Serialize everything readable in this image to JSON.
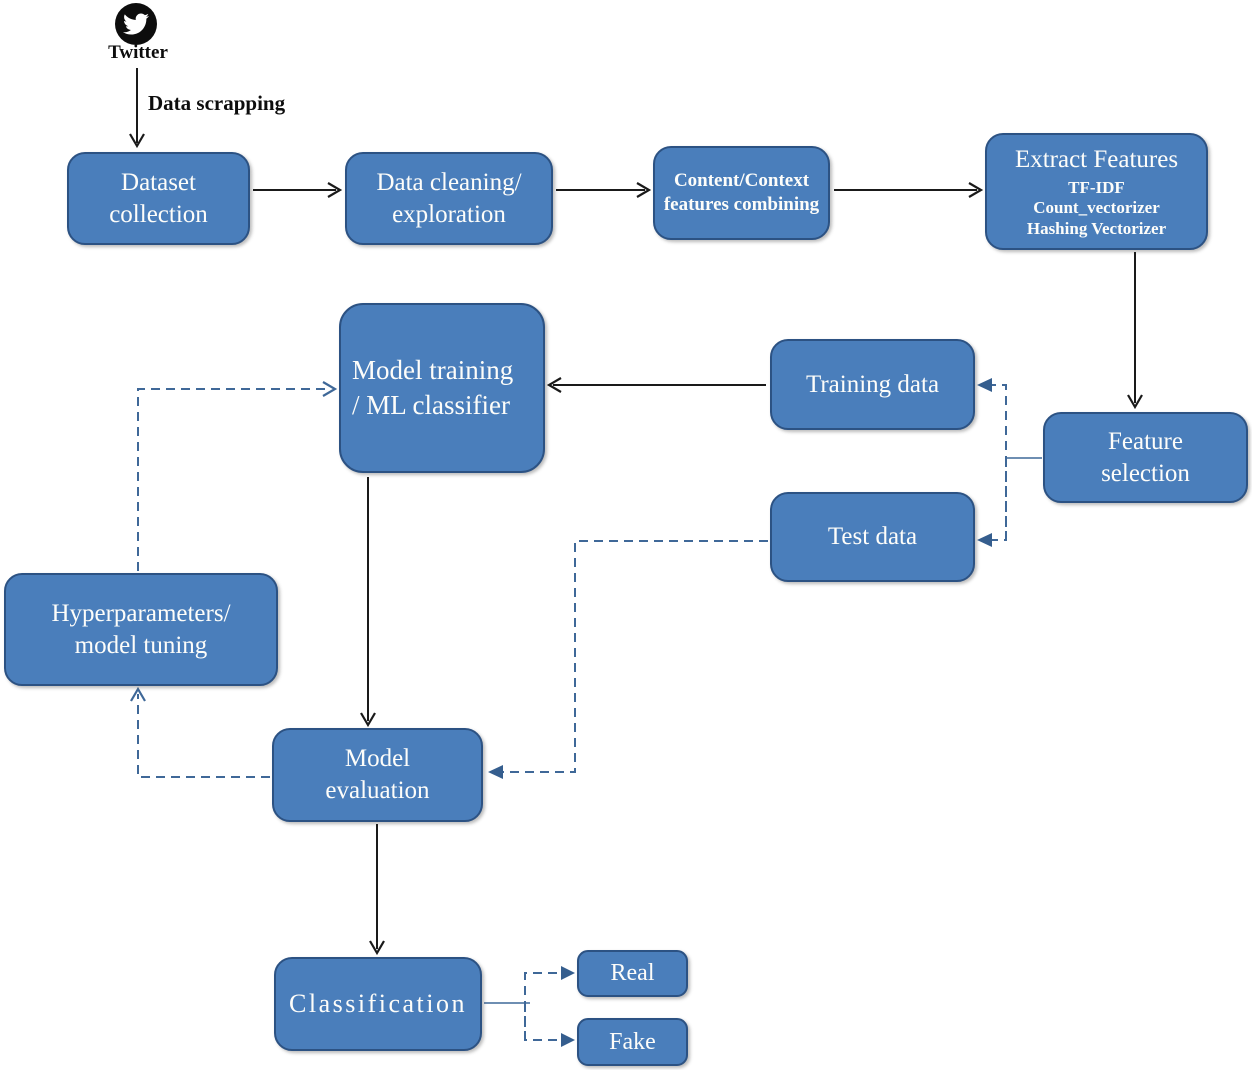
{
  "colors": {
    "node_fill": "#4A7EBB",
    "node_border": "#2C5283",
    "node_text": "#FDFDFA",
    "solid_edge": "#1A1A1A",
    "dashed_edge": "#3F6898",
    "source_icon_bg": "#0D0D0D"
  },
  "source": {
    "icon": "twitter-icon",
    "label": "Twitter",
    "edge_label": "Data scrapping"
  },
  "nodes": {
    "dataset_collection": {
      "lines": [
        "Dataset",
        "collection"
      ]
    },
    "data_cleaning": {
      "lines": [
        "Data cleaning/",
        "exploration"
      ]
    },
    "content_context": {
      "lines": [
        "Content/Context",
        "features combining"
      ]
    },
    "extract_features": {
      "title": "Extract Features",
      "methods": [
        "TF-IDF",
        "Count_vectorizer",
        "Hashing Vectorizer"
      ]
    },
    "feature_selection": {
      "lines": [
        "Feature",
        "selection"
      ]
    },
    "training_data": {
      "label": "Training data"
    },
    "test_data": {
      "label": "Test data"
    },
    "model_training": {
      "lines": [
        "Model training",
        "/ ML classifier"
      ]
    },
    "hyperparameters": {
      "lines": [
        "Hyperparameters/",
        "model tuning"
      ]
    },
    "model_evaluation": {
      "lines": [
        "Model",
        "evaluation"
      ]
    },
    "classification": {
      "label": "Classification"
    },
    "real": {
      "label": "Real"
    },
    "fake": {
      "label": "Fake"
    }
  }
}
